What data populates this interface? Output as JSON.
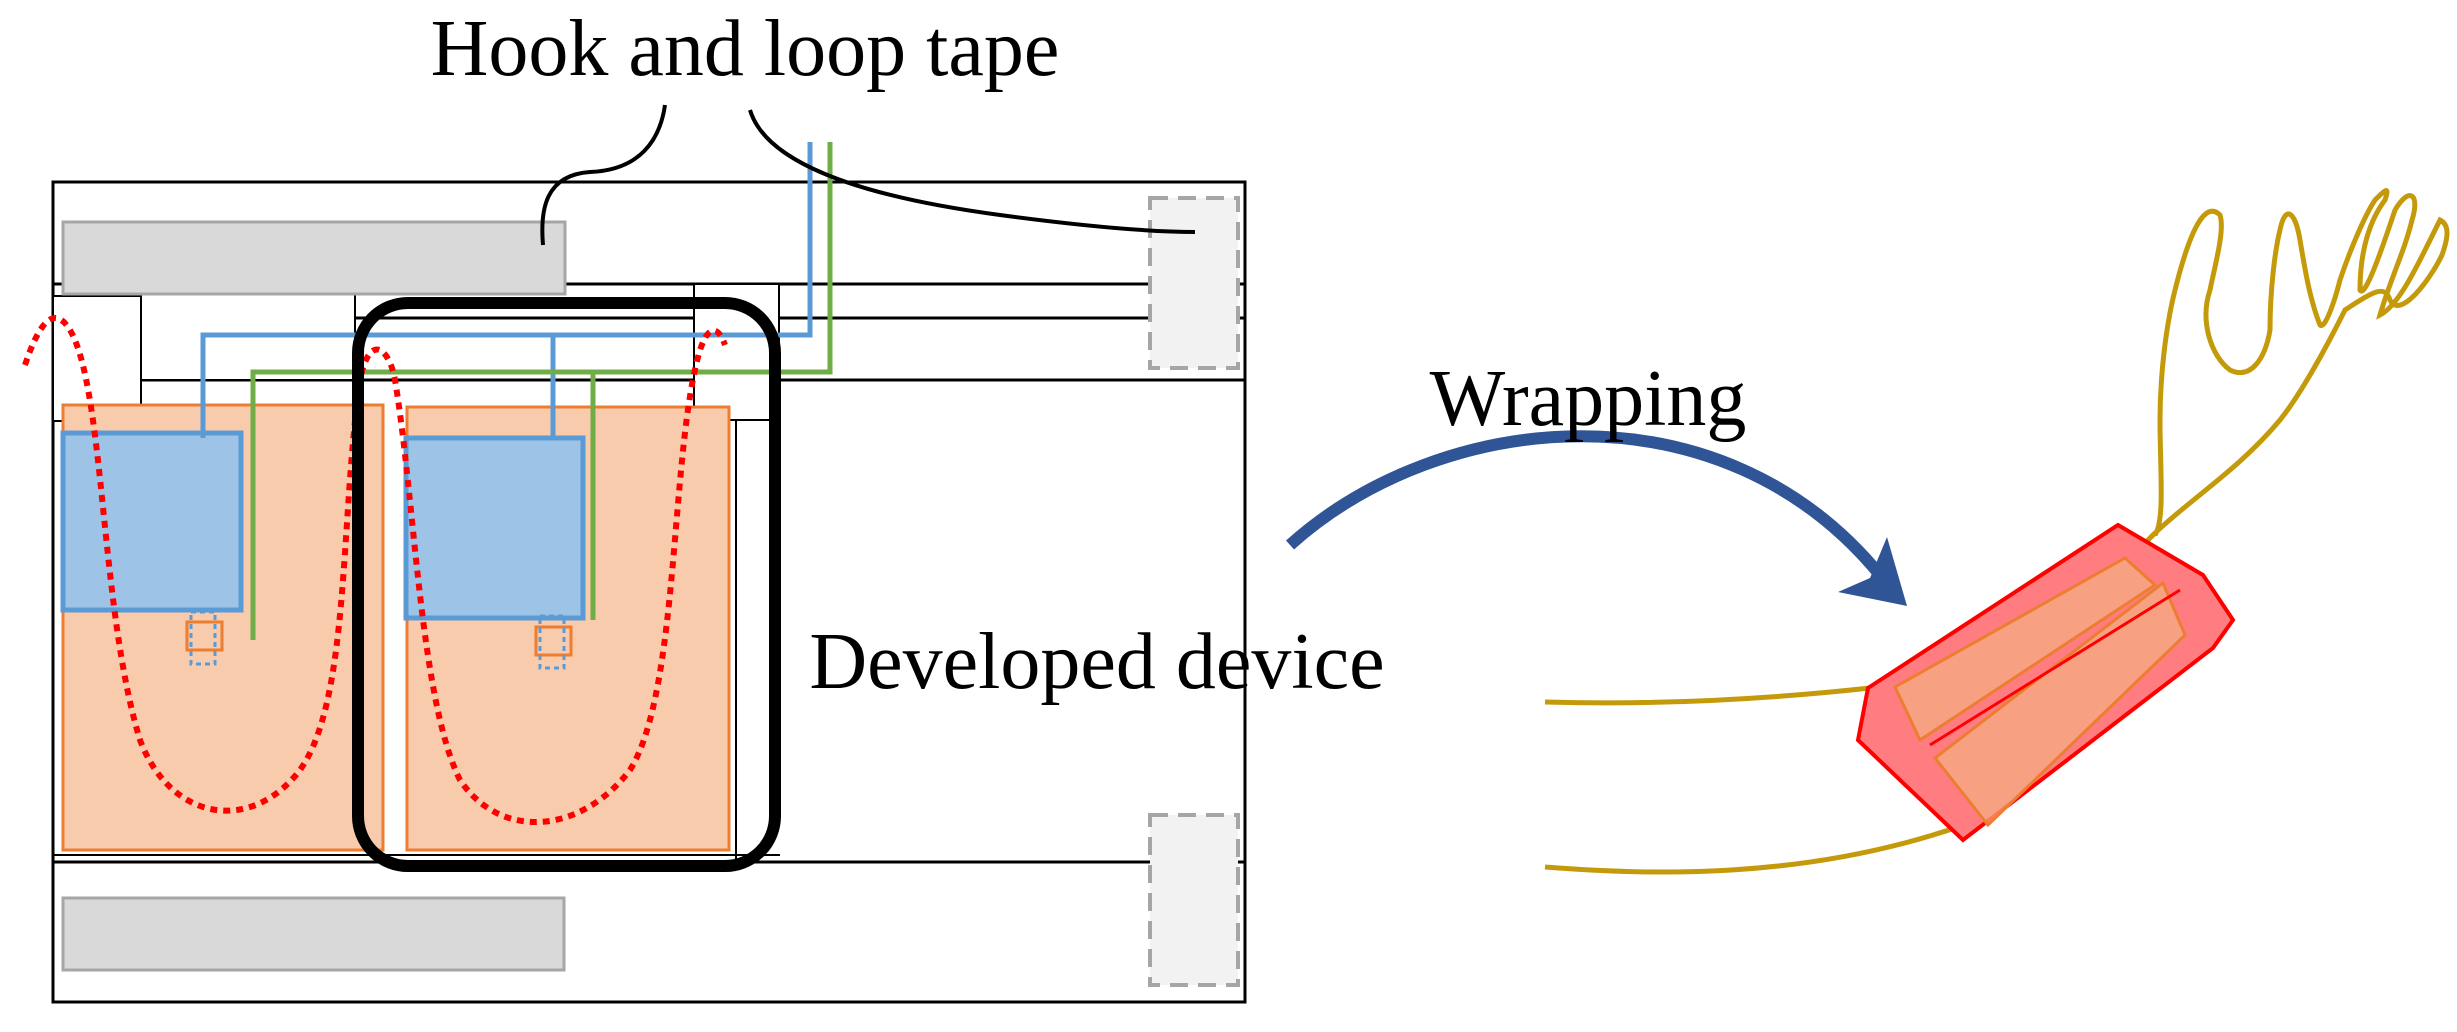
{
  "labels": {
    "hook_and_loop_tape": "Hook and loop tape",
    "wrapping": "Wrapping",
    "developed_device": "Developed device"
  },
  "colors": {
    "outline": "#000000",
    "tape_fill": "#d9d9d9",
    "tape_stroke": "#a6a6a6",
    "dashed_tape_fill": "#f2f2f2",
    "dashed_tape_stroke": "#a6a6a6",
    "electrode_fill": "#f8cbad",
    "electrode_stroke": "#ed7d31",
    "sensor_fill": "#9dc3e6",
    "sensor_stroke": "#5b9bd5",
    "wire_blue": "#5b9bd5",
    "wire_green": "#70ad47",
    "coil_red": "#ff0000",
    "arrow": "#2f5597",
    "arm_outline": "#c49a0a",
    "cuff_fill": "#ff7c80",
    "cuff_stroke": "#ff0000",
    "cuff_inner": "#f4b183"
  }
}
